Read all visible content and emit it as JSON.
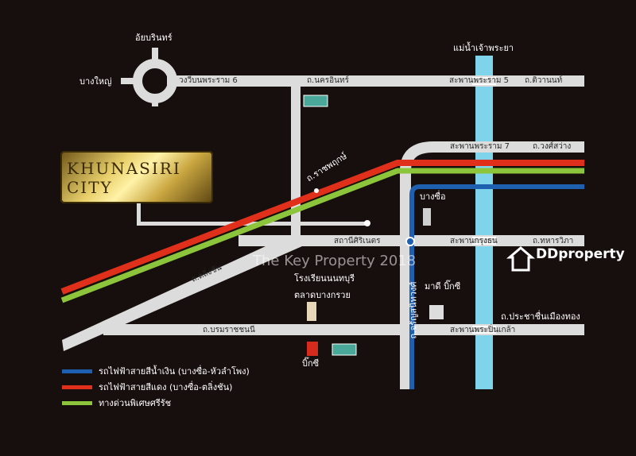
{
  "colors": {
    "background": "#170f0d",
    "road": "#dcdcdc",
    "red_line": "#e0301c",
    "green_line": "#8cc43c",
    "blue_line": "#1f5fb0",
    "canal": "#7fd3ea",
    "logo_gold": "#e8cf6a"
  },
  "map": {
    "labels": {
      "roundabout_top": "อ้ยบรินทร์",
      "roundabout_left": "บางใหญ่",
      "road_top_left": "วงวีบนพระราม 6",
      "road_top_mid": "ถ.นครอินทร์",
      "road_top_right": "สะพานพระราม 5",
      "road_top_far_right": "ถ.ติวานนท์",
      "canal_top": "แม่น้ำเจ้าพระยา",
      "bridge_7": "สะพานพระราม 7",
      "road_right_upper": "ถ.วงศ์สว่าง",
      "station_upper": "บางซื่อ",
      "diagonal_road": "ถ.ราชพฤกษ์",
      "station_mid": "สถานีศิริเนตร",
      "bridge_mid": "สะพานกรุงธน",
      "road_right_mid": "ถ.ทหารวิภา",
      "left_road": "ถ.ตลิ่งชัน",
      "hospital": "โรงเรียนนนทบุรี",
      "market": "ตลาดบางกรวย",
      "vertical_road": "ถ.จรัญสนิทวงศ์",
      "shop": "มาดี บิ๊กซี",
      "road_right_lower": "ถ.ประชาชื่นเมืองทอง",
      "road_bottom": "ถ.บรมราชชนนี",
      "bridge_bottom": "สะพานพระปิ่นเกล้า",
      "big_c": "บิ๊กซี",
      "logo_text": "KHUNASIRI CITY"
    },
    "watermark": "The Key Property 2018",
    "ddproperty": "DDproperty"
  },
  "legend": [
    {
      "label": "รถไฟฟ้าสายสีน้ำเงิน (บางซื่อ-หัวลำโพง)",
      "color": "#1f5fb0"
    },
    {
      "label": "รถไฟฟ้าสายสีแดง (บางซื่อ-ตลิ่งชัน)",
      "color": "#e0301c"
    },
    {
      "label": "ทางด่วนพิเศษศรีรัช",
      "color": "#8cc43c"
    }
  ]
}
